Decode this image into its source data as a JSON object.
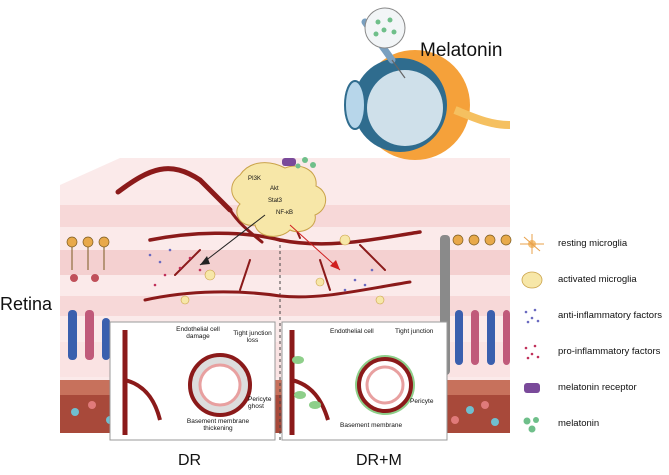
{
  "title": "Melatonin",
  "side_label": "Retina",
  "panels": {
    "left": "DR",
    "right": "DR+M"
  },
  "microglia_pathway": [
    "PI3K",
    "Akt",
    "Stat3",
    "NF-κB"
  ],
  "dr_inset": {
    "endothelial_damage": "Endothelial cell damage",
    "tight_junction_loss": "Tight junction loss",
    "pericyte_ghost": "Pericyte ghost",
    "basement_thickening": "Basement membrane thickening"
  },
  "drm_inset": {
    "endothelial": "Endothelial cell",
    "tight_junction": "Tight junction",
    "pericyte": "Pericyte",
    "basement": "Basement membrane"
  },
  "legend": [
    {
      "icon": "resting-microglia-icon",
      "label": "resting microglia"
    },
    {
      "icon": "activated-microglia-icon",
      "label": "activated microglia"
    },
    {
      "icon": "anti-inflammatory-icon",
      "label": "anti-inflammatory factors"
    },
    {
      "icon": "pro-inflammatory-icon",
      "label": "pro-inflammatory factors"
    },
    {
      "icon": "melatonin-receptor-icon",
      "label": "melatonin receptor"
    },
    {
      "icon": "melatonin-icon",
      "label": "melatonin"
    }
  ],
  "colors": {
    "vessel": "#8b1a1a",
    "tissue_top": "#f7dede",
    "tissue_band": "#f3c9c9",
    "rpe": "#a8493a",
    "microglia": "#f7e7a8",
    "melatonin": "#6fbf8a",
    "receptor": "#7a4a9a"
  }
}
